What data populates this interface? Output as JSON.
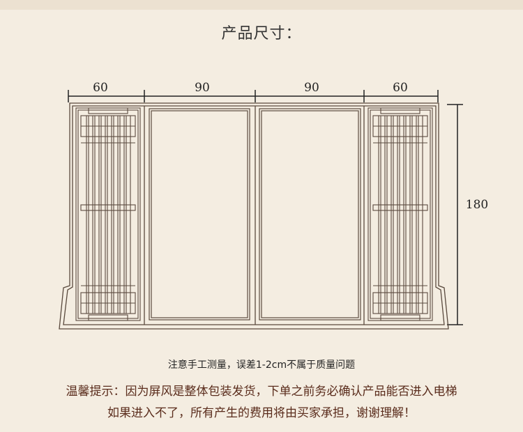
{
  "title": "产品尺寸：",
  "dimensions": {
    "width_segments": [
      "60",
      "90",
      "90",
      "60"
    ],
    "height": "180"
  },
  "notes": {
    "measure_note": "注意手工测量，误差1-2cm不属于质量问题",
    "tip_line1": "温馨提示：因为屏风是整体包装发货，下单之前务必确认产品能否进入电梯",
    "tip_line2": "如果进入不了，所有产生的费用将由买家承担，谢谢理解！"
  },
  "colors": {
    "background": "#f4ede1",
    "line": "#5a4a3e",
    "dimension_line": "#222222",
    "tip_text": "#5a2c1c"
  }
}
